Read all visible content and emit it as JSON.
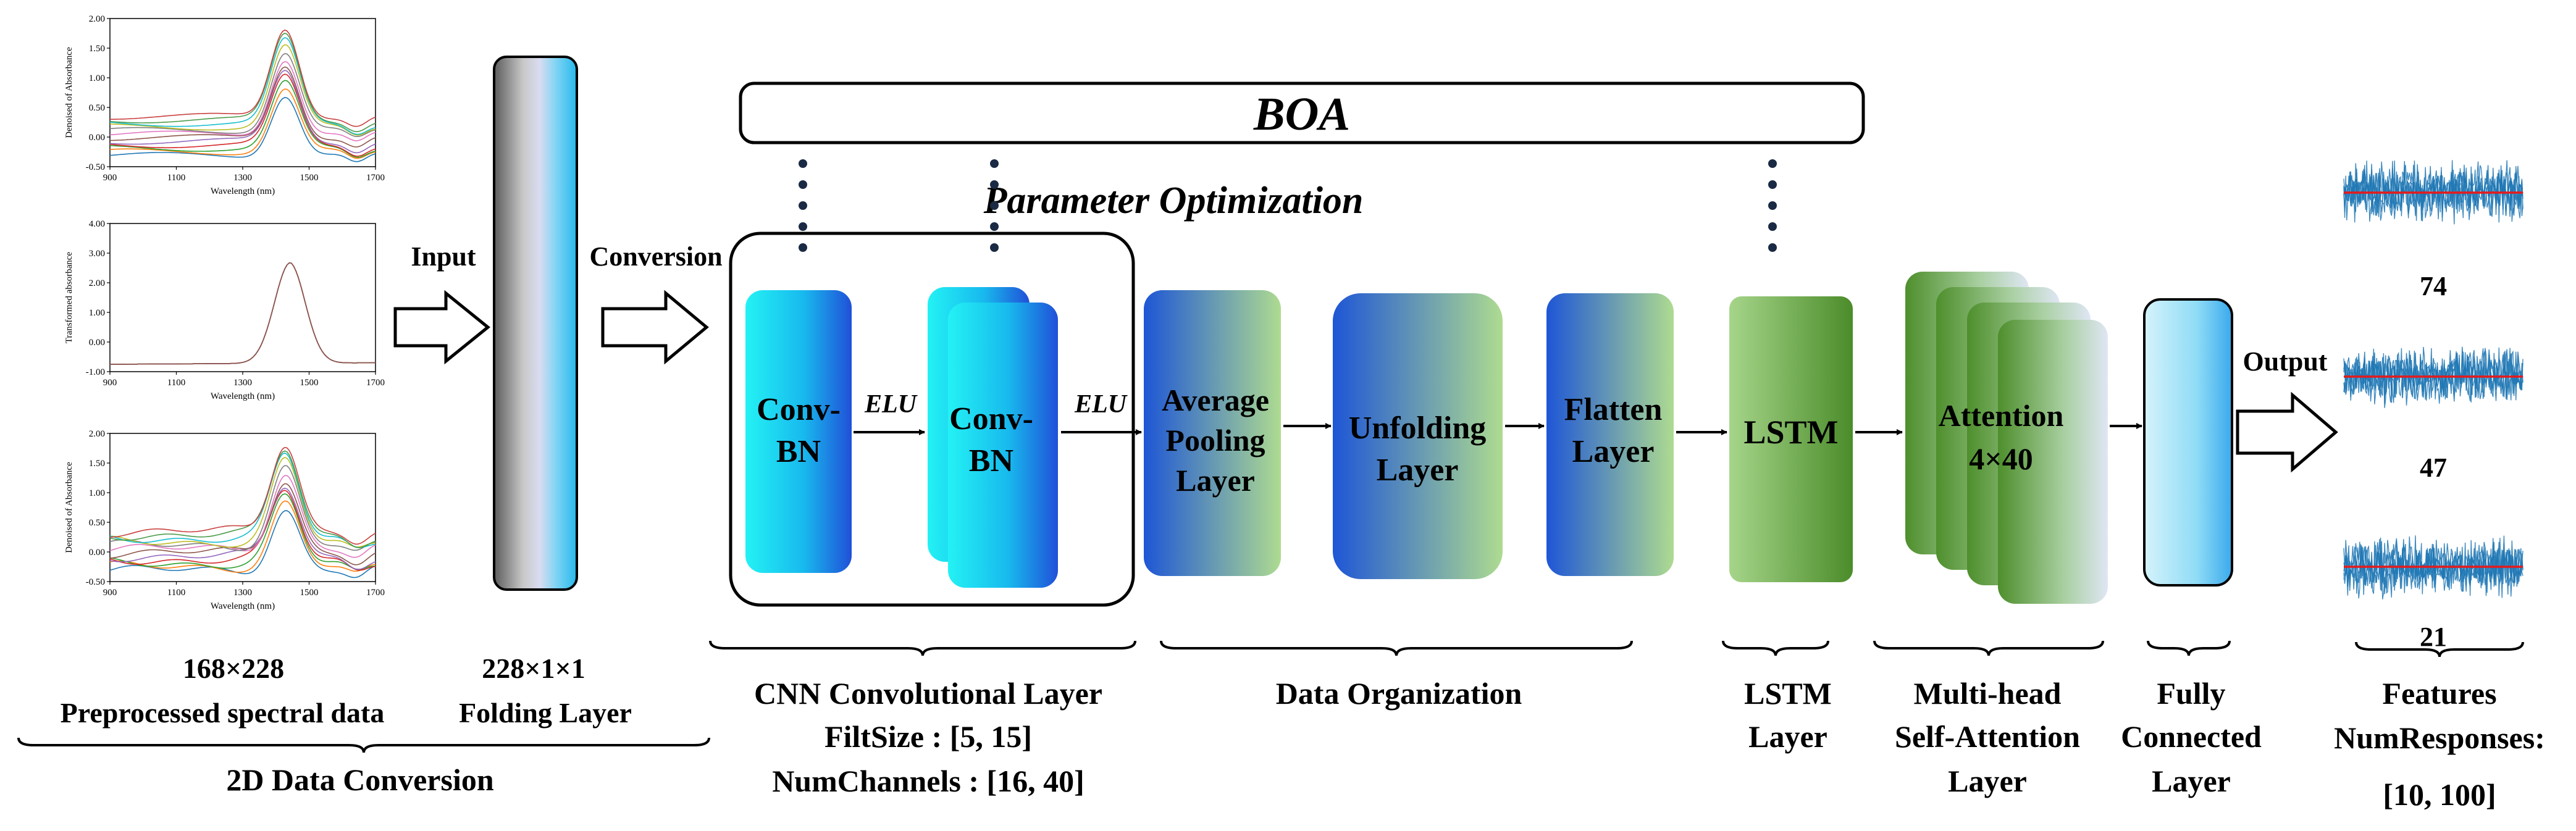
{
  "colors": {
    "conv_top": "#22f0f4",
    "conv_bottom": "#1f55d8",
    "data_org_start": "#1e56d6",
    "data_org_end": "#a9d890",
    "lstm_light": "#a8d58c",
    "lstm_dark": "#4e8f2c",
    "fc_light": "#ddf5fb",
    "fc_mid": "#5ec6f0",
    "signal": "#1f77b4",
    "signal_mean": "#e41a1c"
  },
  "boa": {
    "label": "BOA",
    "note": "Parameter Optimization"
  },
  "spectra": [
    {
      "ylabel": "Denoised of Absorbance",
      "xlabel": "Wavelength (nm)",
      "yticks": [
        "2.00",
        "1.50",
        "1.00",
        "0.50",
        "0.00",
        "-0.50"
      ],
      "xticks": [
        "900",
        "1100",
        "1300",
        "1500",
        "1700"
      ]
    },
    {
      "ylabel": "Transformed absorbance",
      "xlabel": "Wavelength (nm)",
      "yticks": [
        "4.00",
        "3.00",
        "2.00",
        "1.00",
        "0.00",
        "-1.00"
      ],
      "xticks": [
        "900",
        "1100",
        "1300",
        "1500",
        "1700"
      ]
    },
    {
      "ylabel": "Denoised of Absorbance",
      "xlabel": "Wavelength (nm)",
      "yticks": [
        "2.00",
        "1.50",
        "1.00",
        "0.50",
        "0.00",
        "-0.50"
      ],
      "xticks": [
        "900",
        "1100",
        "1300",
        "1500",
        "1700"
      ]
    }
  ],
  "arrows": {
    "input": "Input",
    "conversion": "Conversion",
    "output": "Output",
    "elu": "ELU"
  },
  "blocks": {
    "conv1": [
      "Conv-",
      "BN"
    ],
    "conv2": [
      "Conv-",
      "BN"
    ],
    "avgpool": [
      "Average",
      "Pooling",
      "Layer"
    ],
    "unfold": [
      "Unfolding",
      "Layer"
    ],
    "flatten": [
      "Flatten",
      "Layer"
    ],
    "lstm": "LSTM",
    "attention": [
      "Attention",
      "4×40"
    ]
  },
  "outputs": [
    "74",
    "47",
    "21"
  ],
  "captions": {
    "input_dims": "168×228",
    "input_desc": "Preprocessed spectral data",
    "fold_dims": "228×1×1",
    "fold_desc": "Folding Layer",
    "data_conv": "2D Data Conversion",
    "cnn": [
      "CNN Convolutional Layer",
      "FiltSize : [5, 15]",
      "NumChannels : [16, 40]"
    ],
    "data_org": "Data Organization",
    "lstm": [
      "LSTM",
      "Layer"
    ],
    "mhsa": [
      "Multi-head",
      "Self-Attention",
      "Layer"
    ],
    "fc": [
      "Fully",
      "Connected",
      "Layer"
    ],
    "features": [
      "Features",
      "NumResponses:",
      "[10, 100]"
    ]
  }
}
